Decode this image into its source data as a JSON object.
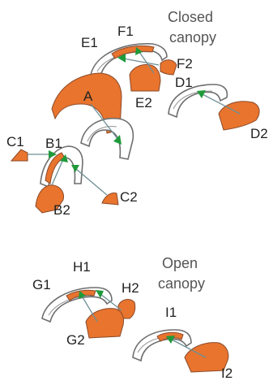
{
  "headings": {
    "closed": [
      "Closed",
      "canopy"
    ],
    "open": [
      "Open",
      "canopy"
    ]
  },
  "labels": {
    "E1": "E1",
    "F1": "F1",
    "F2": "F2",
    "E2": "E2",
    "D1": "D1",
    "D2": "D2",
    "A": "A",
    "C1": "C1",
    "B1": "B1",
    "B2": "B2",
    "C2": "C2",
    "G1": "G1",
    "H1": "H1",
    "H2": "H2",
    "G2": "G2",
    "I1": "I1",
    "I2": "I2"
  },
  "colors": {
    "fragment": "#e8742e",
    "arrowhead": "#1f9a3a",
    "arrow_line": "#6f8f95",
    "canopy_outline": "#6e6e6e"
  }
}
